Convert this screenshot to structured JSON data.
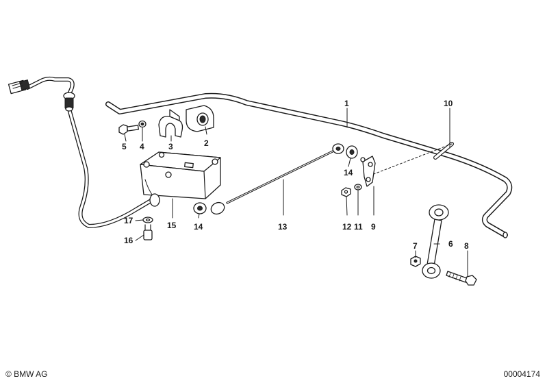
{
  "labels": {
    "p1": "1",
    "p2": "2",
    "p3": "3",
    "p4": "4",
    "p5": "5",
    "p6": "6",
    "p7": "7",
    "p8": "8",
    "p9": "9",
    "p10": "10",
    "p11": "11",
    "p12": "12",
    "p13": "13",
    "p14a": "14",
    "p14b": "14",
    "p15": "15",
    "p16": "16",
    "p17": "17"
  },
  "footer": {
    "copyright": "© BMW AG",
    "doc_number": "00004174"
  }
}
